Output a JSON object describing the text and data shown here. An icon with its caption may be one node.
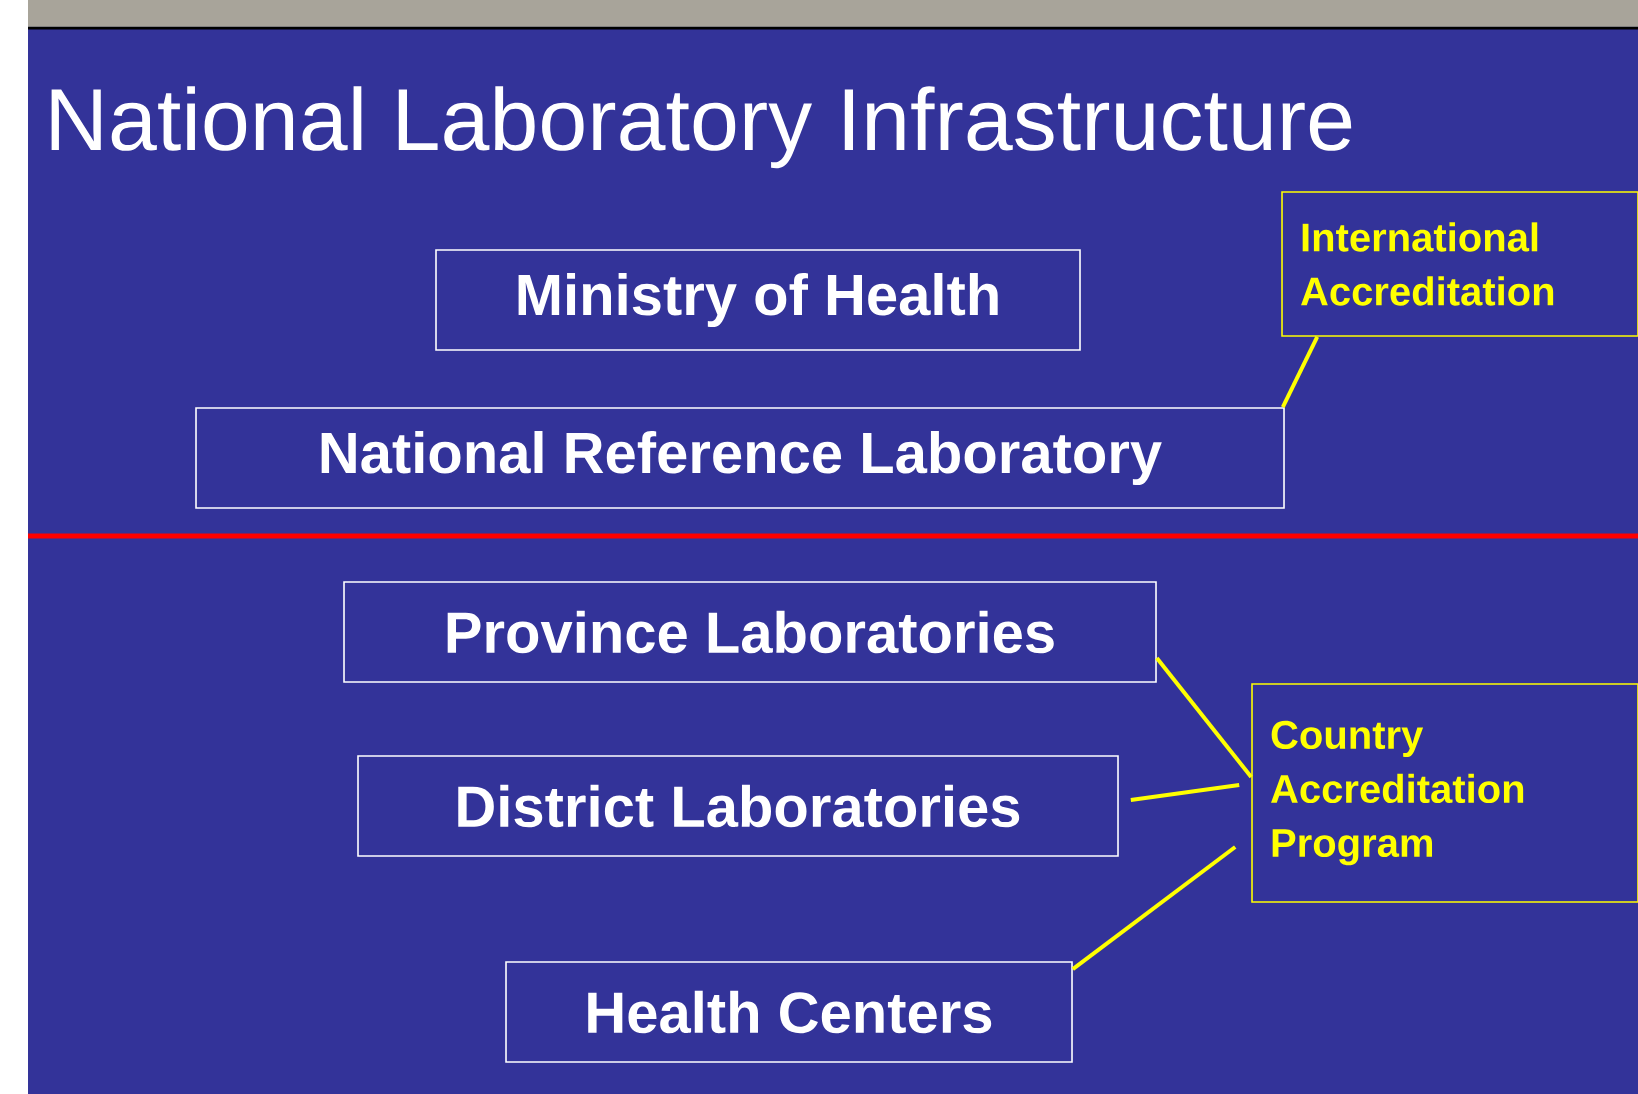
{
  "diagram": {
    "title": "National Laboratory Infrastructure",
    "nodes": [
      {
        "text": [
          "Ministry of Health"
        ]
      },
      {
        "text": [
          "National Reference Laboratory"
        ]
      },
      {
        "text": [
          "International Accreditation"
        ]
      },
      {
        "text": [
          "Province Laboratories"
        ]
      },
      {
        "text": [
          "District Laboratories"
        ]
      },
      {
        "text": [
          "Country Accreditation Program"
        ]
      },
      {
        "text": [
          "Health Centers"
        ]
      }
    ],
    "edges": [
      {
        "from": 2,
        "to": 1,
        "arrow": "none"
      },
      {
        "from": 5,
        "to": 3,
        "arrow": "none"
      },
      {
        "from": 5,
        "to": 4,
        "arrow": "none"
      },
      {
        "from": 5,
        "to": 6,
        "arrow": "none"
      }
    ]
  }
}
